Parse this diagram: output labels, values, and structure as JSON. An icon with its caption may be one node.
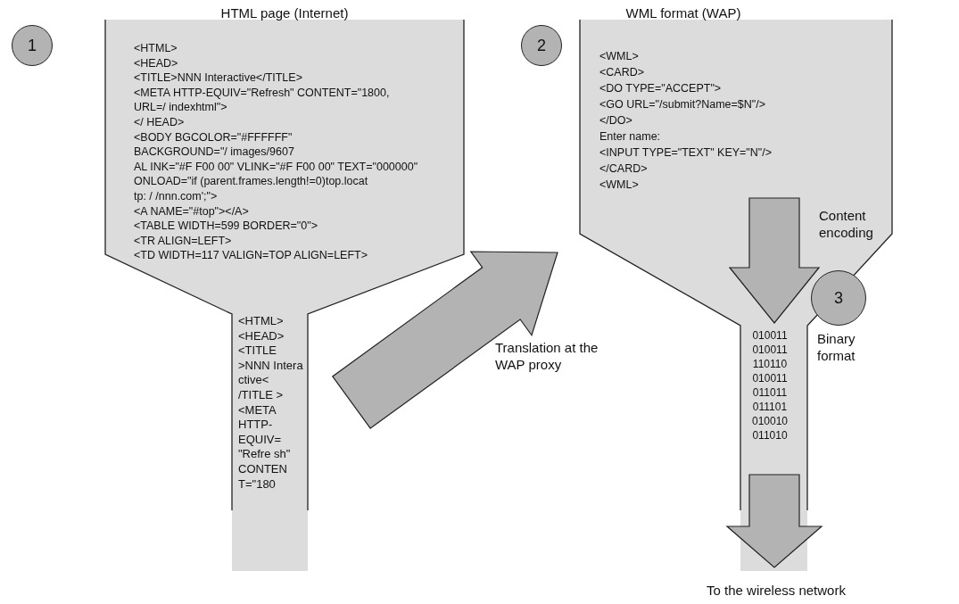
{
  "diagram": {
    "nodes": [
      {
        "text": [
          "HTML page (Internet)",
          "<HTML>",
          "<HEAD>",
          "<TITLE>NNN Interactive</TITLE>",
          "<META HTTP-EQUIV=\"Refresh\" CONTENT=\"1800,",
          "URL=/ indexhtml\">",
          "</ HEAD>",
          "<BODY BGCOLOR=\"#FFFFFF\"",
          "BACKGROUND=\"/ images/9607",
          "AL INK=\"#F F00 00\" VLINK=\"#F F00 00\" TEXT=\"000000\"",
          "ONLOAD=\"if (parent.frames.length!=0)top.locat",
          "tp: / /nnn.com';\">",
          "<A NAME=\"#top\"></A>",
          "<TABLE WIDTH=599 BORDER=\"0\">",
          "<TR ALIGN=LEFT>",
          "<TD WIDTH=117 VALIGN=TOP ALIGN=LEFT>",
          "<HTML> <HEAD> <TITLE >NNN Intera ctive< /TITLE > <META HTTP- EQUIV= \"Refre sh\" CONTEN T=\"180"
        ]
      },
      {
        "text": [
          "1"
        ]
      },
      {
        "text": [
          "WML format (WAP)",
          "<WML>",
          "<CARD>",
          "<DO TYPE=\"ACCEPT\">",
          "<GO URL=\"/submit?Name=$N\"/>",
          "</DO>",
          "Enter name:",
          "<INPUT TYPE=\"TEXT\" KEY=\"N\"/>",
          "</CARD>",
          "<WML>",
          "010011 010011 110110 010011 011011 011101 010010 011010"
        ]
      },
      {
        "text": [
          "2"
        ]
      },
      {
        "text": [
          "3"
        ]
      }
    ],
    "edges": [
      {
        "from": 0,
        "to": 2,
        "arrow": "to",
        "label": "Translation at the WAP proxy",
        "style": "thick"
      },
      {
        "from": 2,
        "to": null,
        "arrow": "to",
        "label": "To the wireless network",
        "style": "thick"
      }
    ],
    "labels": [
      "Content encoding",
      "Binary format"
    ]
  }
}
